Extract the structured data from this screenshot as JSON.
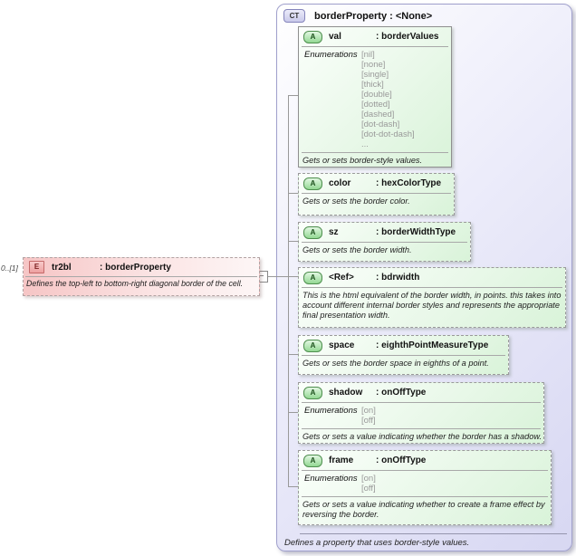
{
  "diagram": {
    "element": {
      "cardinality": "0..[1]",
      "icon": "E",
      "name": "tr2bl",
      "type": ": borderProperty",
      "description": "Defines the top-left to bottom-right diagonal border of the cell."
    },
    "complex_type": {
      "icon": "CT",
      "title": "borderProperty : <None>",
      "footer": "Defines a property that uses border-style values.",
      "enumerations_label": "Enumerations",
      "attributes": [
        {
          "icon": "A",
          "name": "val",
          "type": ": borderValues",
          "required": true,
          "enumerations": [
            "[nil]",
            "[none]",
            "[single]",
            "[thick]",
            "[double]",
            "[dotted]",
            "[dashed]",
            "[dot-dash]",
            "[dot-dot-dash]",
            "..."
          ],
          "description": "Gets or sets border-style values."
        },
        {
          "icon": "A",
          "name": "color",
          "type": ": hexColorType",
          "description": "Gets or sets the border color."
        },
        {
          "icon": "A",
          "name": "sz",
          "type": ": borderWidthType",
          "description": "Gets or sets the border width."
        },
        {
          "icon": "A",
          "name": "<Ref>",
          "type": ": bdrwidth",
          "description": "This is the html equivalent of the border width, in points.  this takes into account different internal border styles and represents the appropriate final presentation width."
        },
        {
          "icon": "A",
          "name": "space",
          "type": ": eighthPointMeasureType",
          "description": "Gets or sets the border space in eighths of a point."
        },
        {
          "icon": "A",
          "name": "shadow",
          "type": ": onOffType",
          "enumerations": [
            "[on]",
            "[off]"
          ],
          "description": "Gets or sets a value indicating whether the border has a shadow."
        },
        {
          "icon": "A",
          "name": "frame",
          "type": ": onOffType",
          "enumerations": [
            "[on]",
            "[off]"
          ],
          "description": "Gets or sets a value indicating whether to create a frame effect by reversing the border."
        }
      ]
    },
    "colors": {
      "element_fill": "#f6c5c5",
      "element_icon_fill": "#eda0a0",
      "attribute_fill": "#e9f8e9",
      "attribute_icon_fill": "#93d893",
      "container_fill": "#d7d7f2",
      "container_border": "#a0a0cc",
      "connector": "#999999",
      "enum_text": "#999999"
    }
  }
}
